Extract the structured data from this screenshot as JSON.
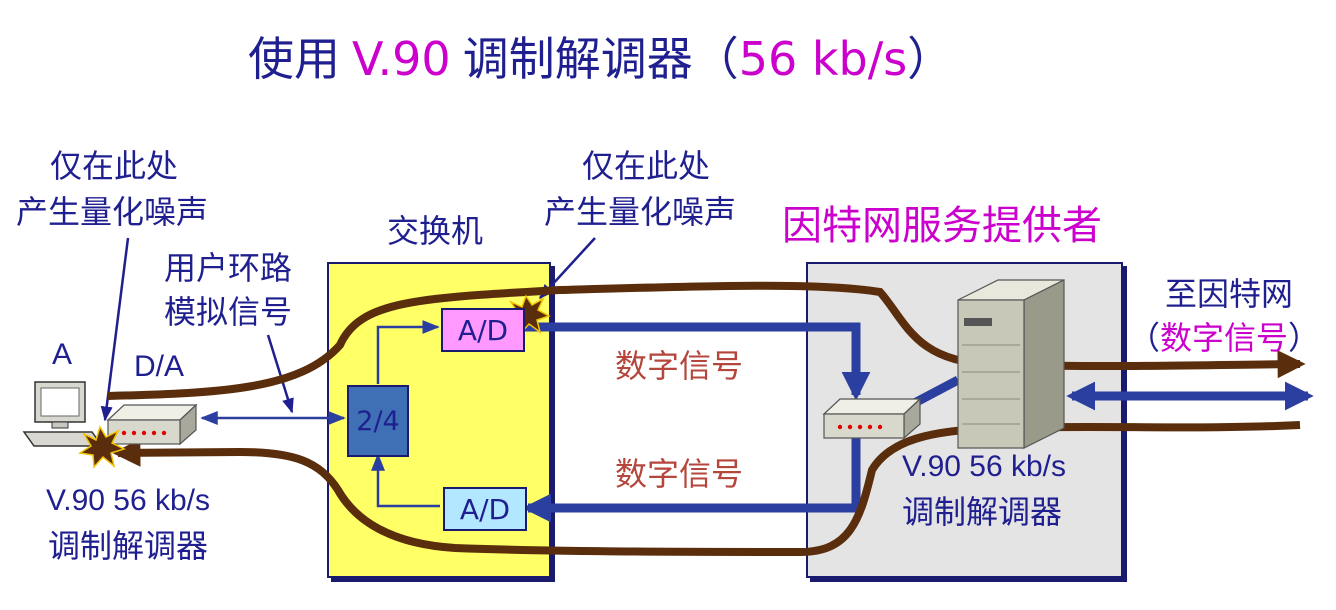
{
  "title": {
    "part1": "使用",
    "part2": "V.90",
    "part3": "调制解调器（",
    "part4": "56 kb/s",
    "part5": "）"
  },
  "labels": {
    "noise_left_line1": "仅在此处",
    "noise_left_line2": "产生量化噪声",
    "noise_right_line1": "仅在此处",
    "noise_right_line2": "产生量化噪声",
    "loop_line1": "用户环路",
    "loop_line2": "模拟信号",
    "switch": "交换机",
    "isp": "因特网服务提供者",
    "to_internet_line1": "至因特网",
    "to_internet_paren_open": "（",
    "to_internet_line2": "数字信号",
    "to_internet_paren_close": "）",
    "node_a": "A",
    "da": "D/A",
    "modem_left_line1": "V.90  56 kb/s",
    "modem_left_line2": "调制解调器",
    "modem_right_line1": "V.90  56 kb/s",
    "modem_right_line2": "调制解调器",
    "ad_top": "A/D",
    "ad_bottom": "A/D",
    "hybrid": "2/4",
    "digital_top": "数字信号",
    "digital_bottom": "数字信号"
  },
  "colors": {
    "navy": "#1f1f8f",
    "magenta": "#cc00cc",
    "brown": "#5a2d0c",
    "signal_red": "#b5463c",
    "switch_fill": "#ffff66",
    "isp_fill": "#e4e4e4",
    "ad_top_fill": "#ff99ff",
    "ad_bottom_fill": "#b3e6ff",
    "hybrid_fill": "#3f6fb5"
  },
  "icons": [
    "computer-icon",
    "modem-icon",
    "server-icon",
    "noise-burst-icon"
  ]
}
